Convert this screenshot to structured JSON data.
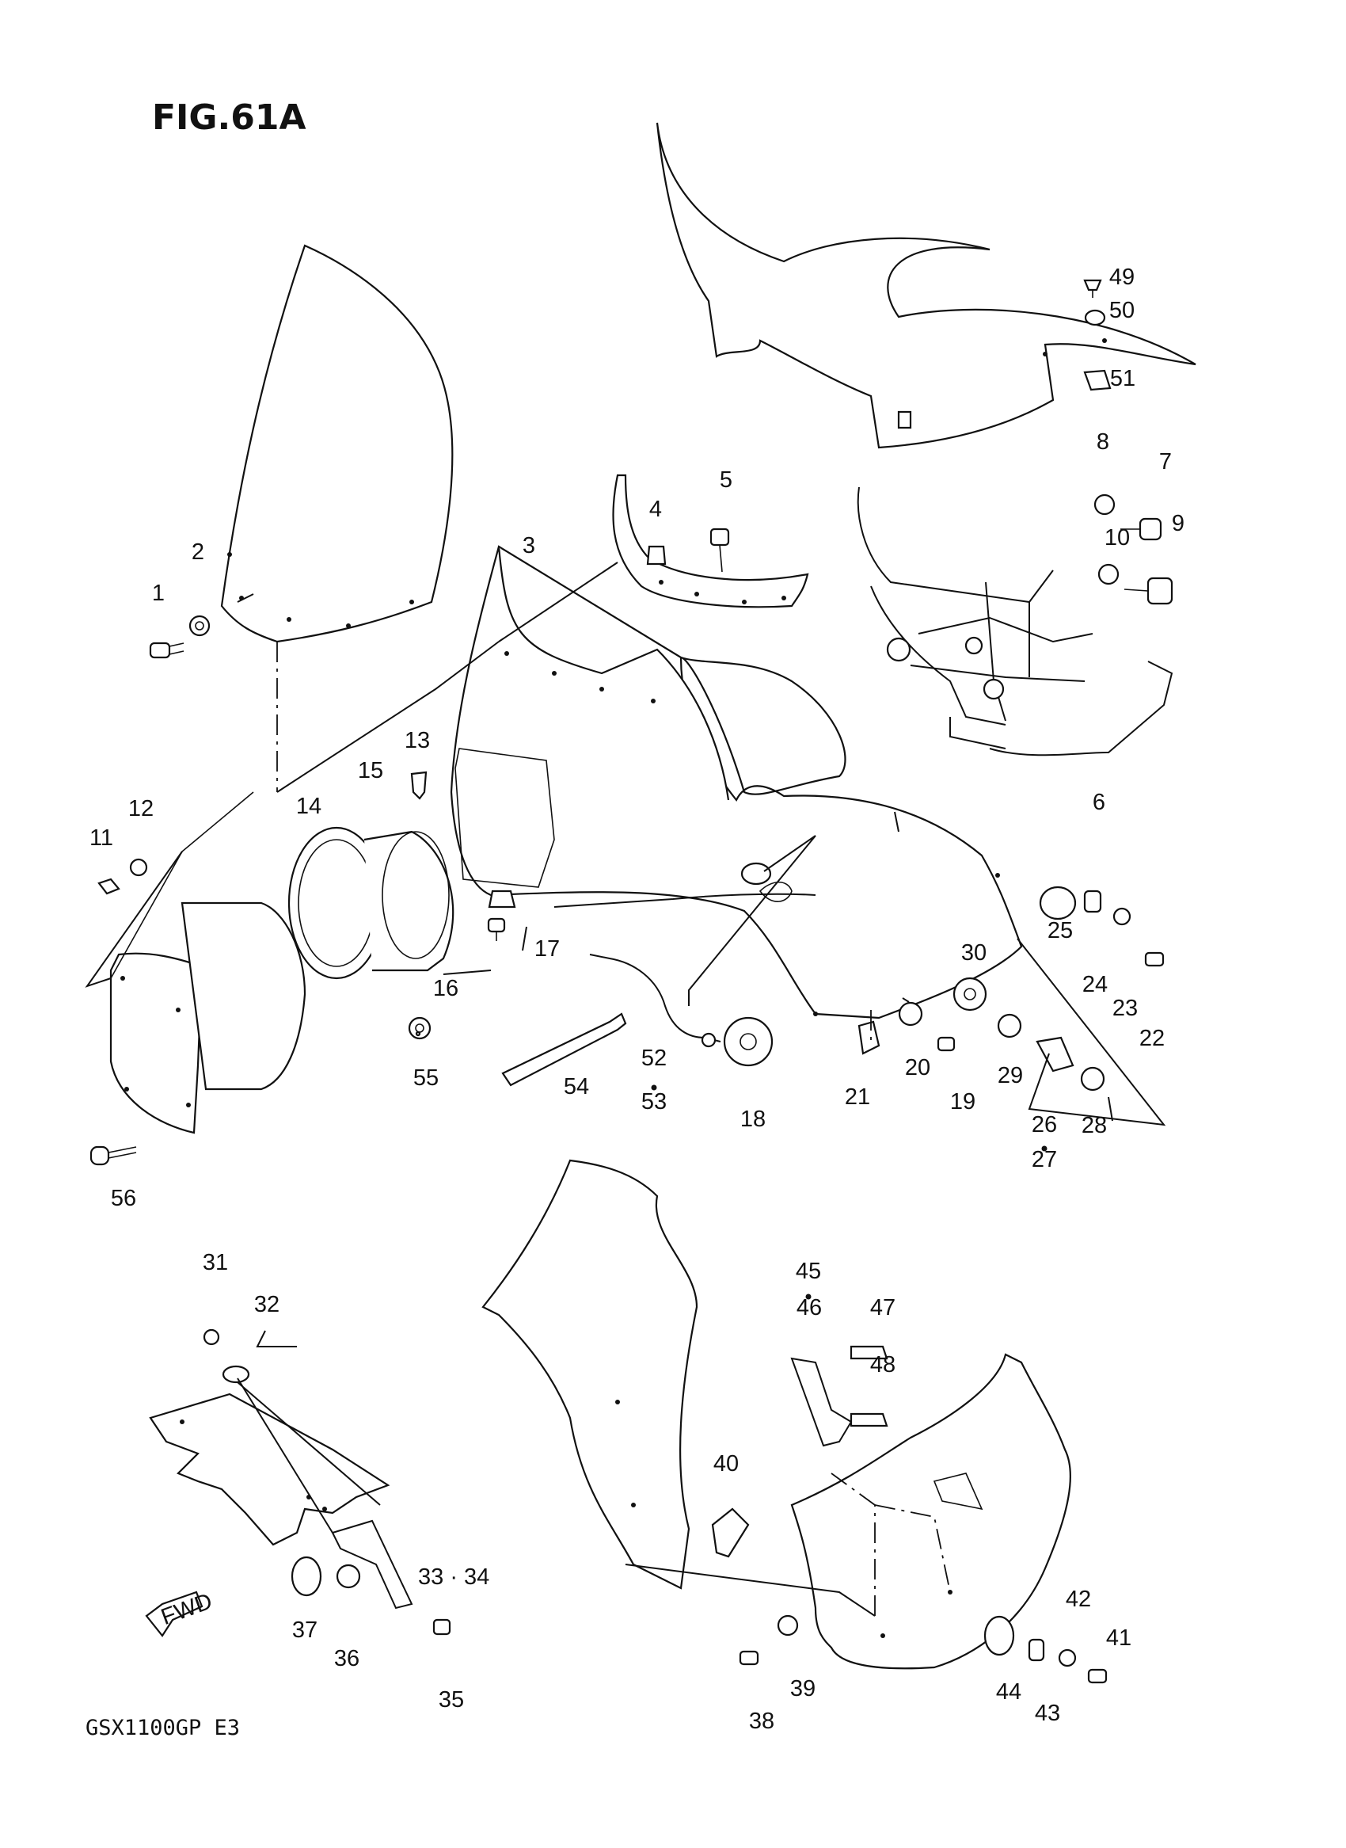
{
  "figure": {
    "title": "FIG.61A",
    "model": "GSX1100GP E3",
    "fwd_label": "FWD"
  },
  "callouts": [
    "1",
    "2",
    "3",
    "4",
    "5",
    "6",
    "7",
    "8",
    "9",
    "10",
    "11",
    "12",
    "13",
    "14",
    "15",
    "16",
    "17",
    "18",
    "19",
    "20",
    "21",
    "22",
    "23",
    "24",
    "25",
    "26",
    "27",
    "28",
    "29",
    "30",
    "31",
    "32",
    "33",
    "34",
    "35",
    "36",
    "37",
    "38",
    "39",
    "40",
    "41",
    "42",
    "43",
    "44",
    "45",
    "46",
    "47",
    "48",
    "49",
    "50",
    "51",
    "52",
    "53",
    "54",
    "55",
    "56"
  ],
  "combined_labels": {
    "p33_34": "33 · 34"
  },
  "colors": {
    "ink": "#111111",
    "paper": "#ffffff"
  }
}
